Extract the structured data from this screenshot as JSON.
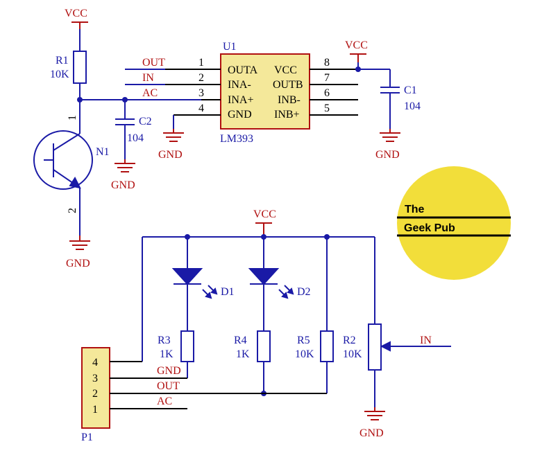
{
  "labels": {
    "vcc": "VCC",
    "gnd": "GND",
    "r1_ref": "R1",
    "r1_val": "10K",
    "n1_ref": "N1",
    "n1_pin1": "1",
    "n1_pin2": "2",
    "c2_ref": "C2",
    "c2_val": "104",
    "c1_ref": "C1",
    "c1_val": "104",
    "u1_ref": "U1",
    "u1_part": "LM393",
    "u1_pins": [
      {
        "num": "1",
        "name": "OUTA",
        "net": "OUT"
      },
      {
        "num": "2",
        "name": "INA-",
        "net": "IN"
      },
      {
        "num": "3",
        "name": "INA+",
        "net": "AC"
      },
      {
        "num": "4",
        "name": "GND",
        "net": ""
      },
      {
        "num": "8",
        "name": "VCC",
        "net": ""
      },
      {
        "num": "7",
        "name": "OUTB",
        "net": ""
      },
      {
        "num": "6",
        "name": "INB-",
        "net": ""
      },
      {
        "num": "5",
        "name": "INB+",
        "net": ""
      }
    ],
    "d1_ref": "D1",
    "d2_ref": "D2",
    "r3_ref": "R3",
    "r3_val": "1K",
    "r4_ref": "R4",
    "r4_val": "1K",
    "r5_ref": "R5",
    "r5_val": "10K",
    "r2_ref": "R2",
    "r2_val": "10K",
    "in_net": "IN",
    "p1_ref": "P1",
    "p1_pins": [
      "4",
      "3",
      "2",
      "1"
    ],
    "p1_nets": [
      "GND",
      "OUT",
      "AC"
    ]
  },
  "logo": {
    "small": "The",
    "name": "Geek Pub",
    "color": "#f2de3a"
  },
  "colors": {
    "wire": "#1a1aa6",
    "net": "#b01010",
    "component_fill": "#f4e89a"
  }
}
